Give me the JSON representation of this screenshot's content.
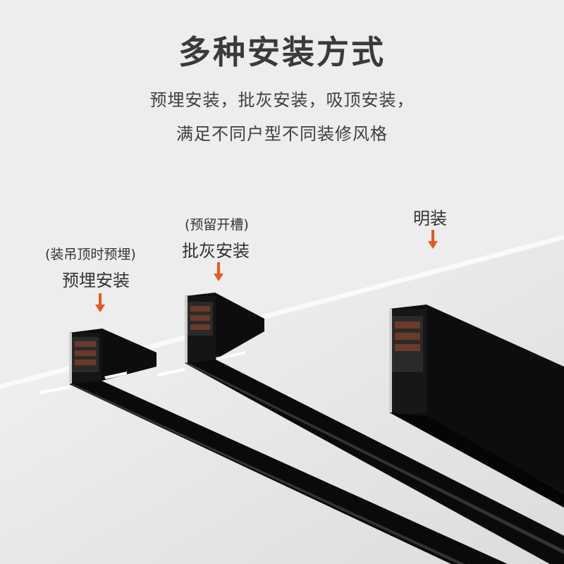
{
  "header": {
    "title": "多种安装方式",
    "subtitle_line1": "预埋安装，批灰安装，吸顶安装，",
    "subtitle_line2": "满足不同户型不同装修风格"
  },
  "labels": {
    "embedded_note": "(装吊顶时预埋)",
    "embedded": "预埋安装",
    "plaster_note": "(预留开槽)",
    "plaster": "批灰安装",
    "surface": "明装"
  },
  "colors": {
    "background": "#ededed",
    "ceiling_light": "#f2f2f2",
    "ceiling_shade": "#d9d9d9",
    "rail_black": "#111111",
    "arrow": "#e8581d"
  }
}
